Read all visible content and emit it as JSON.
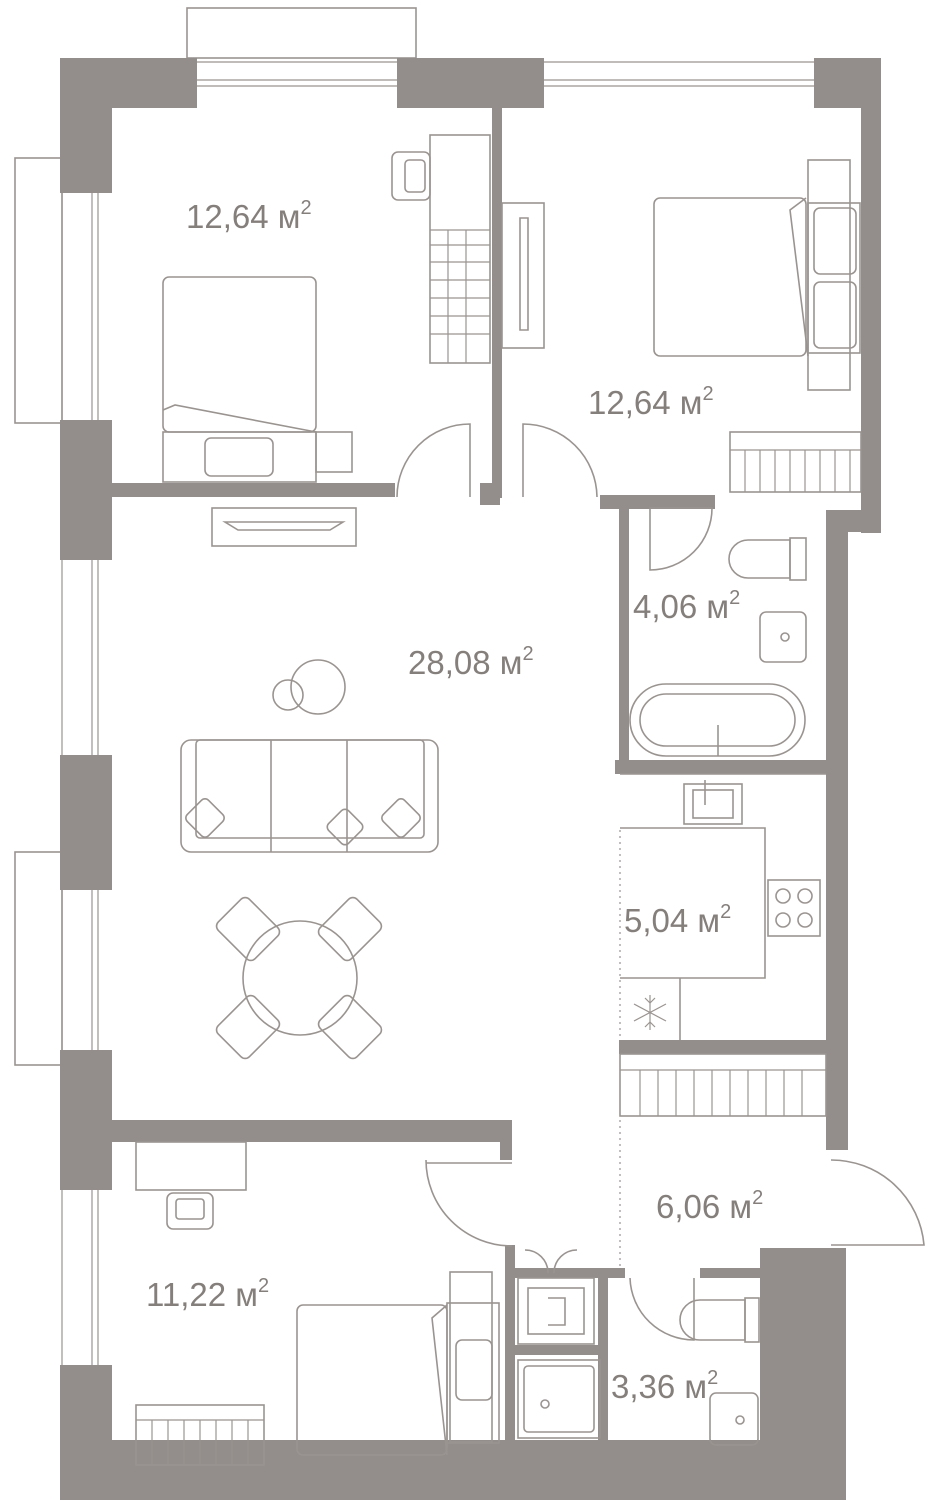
{
  "rooms": [
    {
      "id": "bedroom-1",
      "area": "12,64 м",
      "unit_sup": "2"
    },
    {
      "id": "bedroom-2",
      "area": "12,64 м",
      "unit_sup": "2"
    },
    {
      "id": "bathroom-1",
      "area": "4,06 м",
      "unit_sup": "2"
    },
    {
      "id": "living-room",
      "area": "28,08 м",
      "unit_sup": "2"
    },
    {
      "id": "kitchen",
      "area": "5,04 м",
      "unit_sup": "2"
    },
    {
      "id": "hallway",
      "area": "6,06 м",
      "unit_sup": "2"
    },
    {
      "id": "bedroom-3",
      "area": "11,22 м",
      "unit_sup": "2"
    },
    {
      "id": "bathroom-2",
      "area": "3,36 м",
      "unit_sup": "2"
    }
  ],
  "colors": {
    "wall": "#938d8b",
    "line": "#9a9491",
    "text": "#857f7c"
  }
}
